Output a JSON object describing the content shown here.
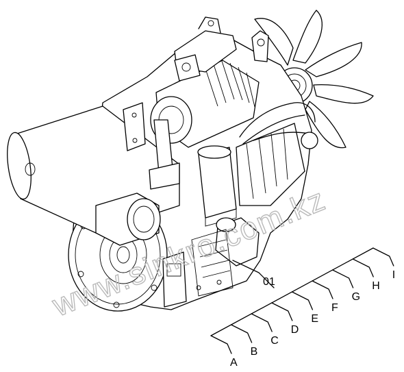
{
  "drawing": {
    "watermark": "www.sinkro.com.kz",
    "part_label": "01",
    "index_letters": [
      "A",
      "B",
      "C",
      "D",
      "E",
      "F",
      "G",
      "H",
      "I"
    ]
  }
}
